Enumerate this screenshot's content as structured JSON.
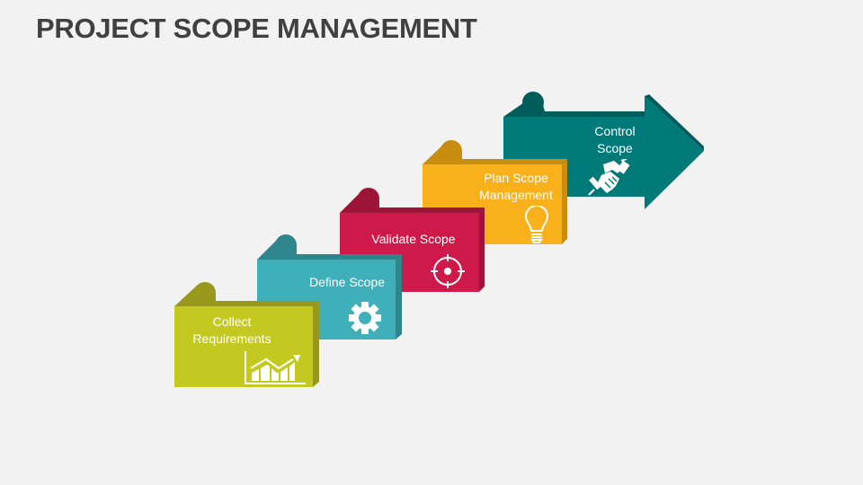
{
  "title": "PROJECT SCOPE MANAGEMENT",
  "steps": [
    {
      "label": "Collect Requirements",
      "line1": "Collect",
      "line2": "Requirements",
      "icon": "growth-chart-icon",
      "color": "#c4c921",
      "dark": "#98981c"
    },
    {
      "label": "Define Scope",
      "line1": "Define Scope",
      "icon": "gear-icon",
      "color": "#3fb0b9",
      "dark": "#2f858c"
    },
    {
      "label": "Validate Scope",
      "line1": "Validate Scope",
      "icon": "target-icon",
      "color": "#cd1a4a",
      "dark": "#9c1538"
    },
    {
      "label": "Plan Scope Management",
      "line1": "Plan Scope",
      "line2": "Management",
      "icon": "lightbulb-icon",
      "color": "#f8b11a",
      "dark": "#c98e0f"
    },
    {
      "label": "Control Scope",
      "line1": "Control",
      "line2": "Scope",
      "icon": "handshake-icon",
      "color": "#007a78",
      "dark": "#005d5c"
    }
  ]
}
